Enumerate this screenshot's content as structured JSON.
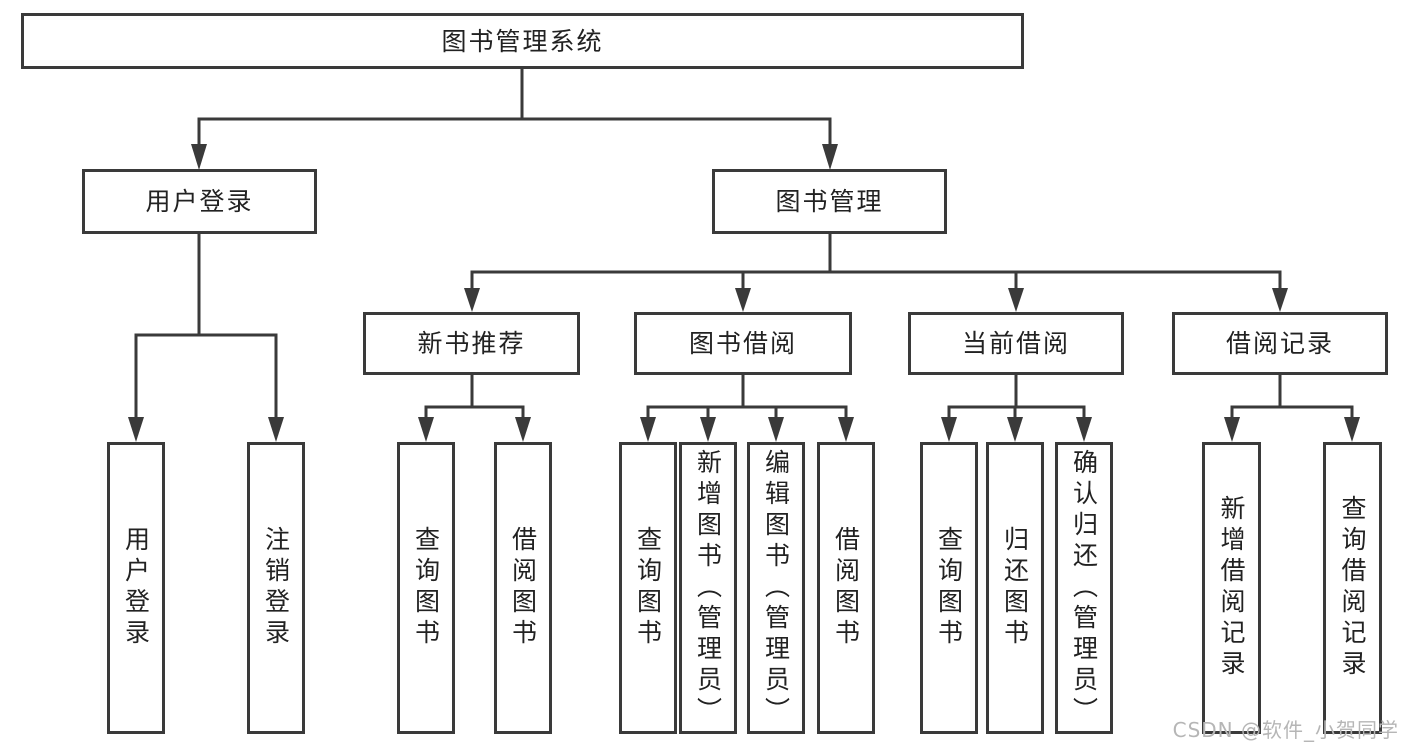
{
  "diagram_title": "图书管理系统",
  "nodes": {
    "root": {
      "label": "图书管理系统"
    },
    "level2": [
      {
        "label": "用户登录"
      },
      {
        "label": "图书管理"
      }
    ],
    "level3": [
      {
        "label": "新书推荐",
        "parent": "图书管理"
      },
      {
        "label": "图书借阅",
        "parent": "图书管理"
      },
      {
        "label": "当前借阅",
        "parent": "图书管理"
      },
      {
        "label": "借阅记录",
        "parent": "图书管理"
      }
    ],
    "leaves": [
      {
        "label": "用户登录",
        "parent": "用户登录"
      },
      {
        "label": "注销登录",
        "parent": "用户登录"
      },
      {
        "label": "查询图书",
        "parent": "新书推荐"
      },
      {
        "label": "借阅图书",
        "parent": "新书推荐"
      },
      {
        "label": "查询图书",
        "parent": "图书借阅"
      },
      {
        "label": "新增图书（管理员）",
        "parent": "图书借阅"
      },
      {
        "label": "编辑图书（管理员）",
        "parent": "图书借阅"
      },
      {
        "label": "借阅图书",
        "parent": "图书借阅"
      },
      {
        "label": "查询图书",
        "parent": "当前借阅"
      },
      {
        "label": "归还图书",
        "parent": "当前借阅"
      },
      {
        "label": "确认归还（管理员）",
        "parent": "当前借阅"
      },
      {
        "label": "新增借阅记录",
        "parent": "借阅记录"
      },
      {
        "label": "查询借阅记录",
        "parent": "借阅记录"
      }
    ]
  },
  "watermark": "CSDN @软件_小贺同学",
  "colors": {
    "line": "#3a3a3a",
    "box_border": "#3a3a3a",
    "text": "#222222",
    "watermark": "#b6b6b6",
    "background": "#ffffff"
  }
}
